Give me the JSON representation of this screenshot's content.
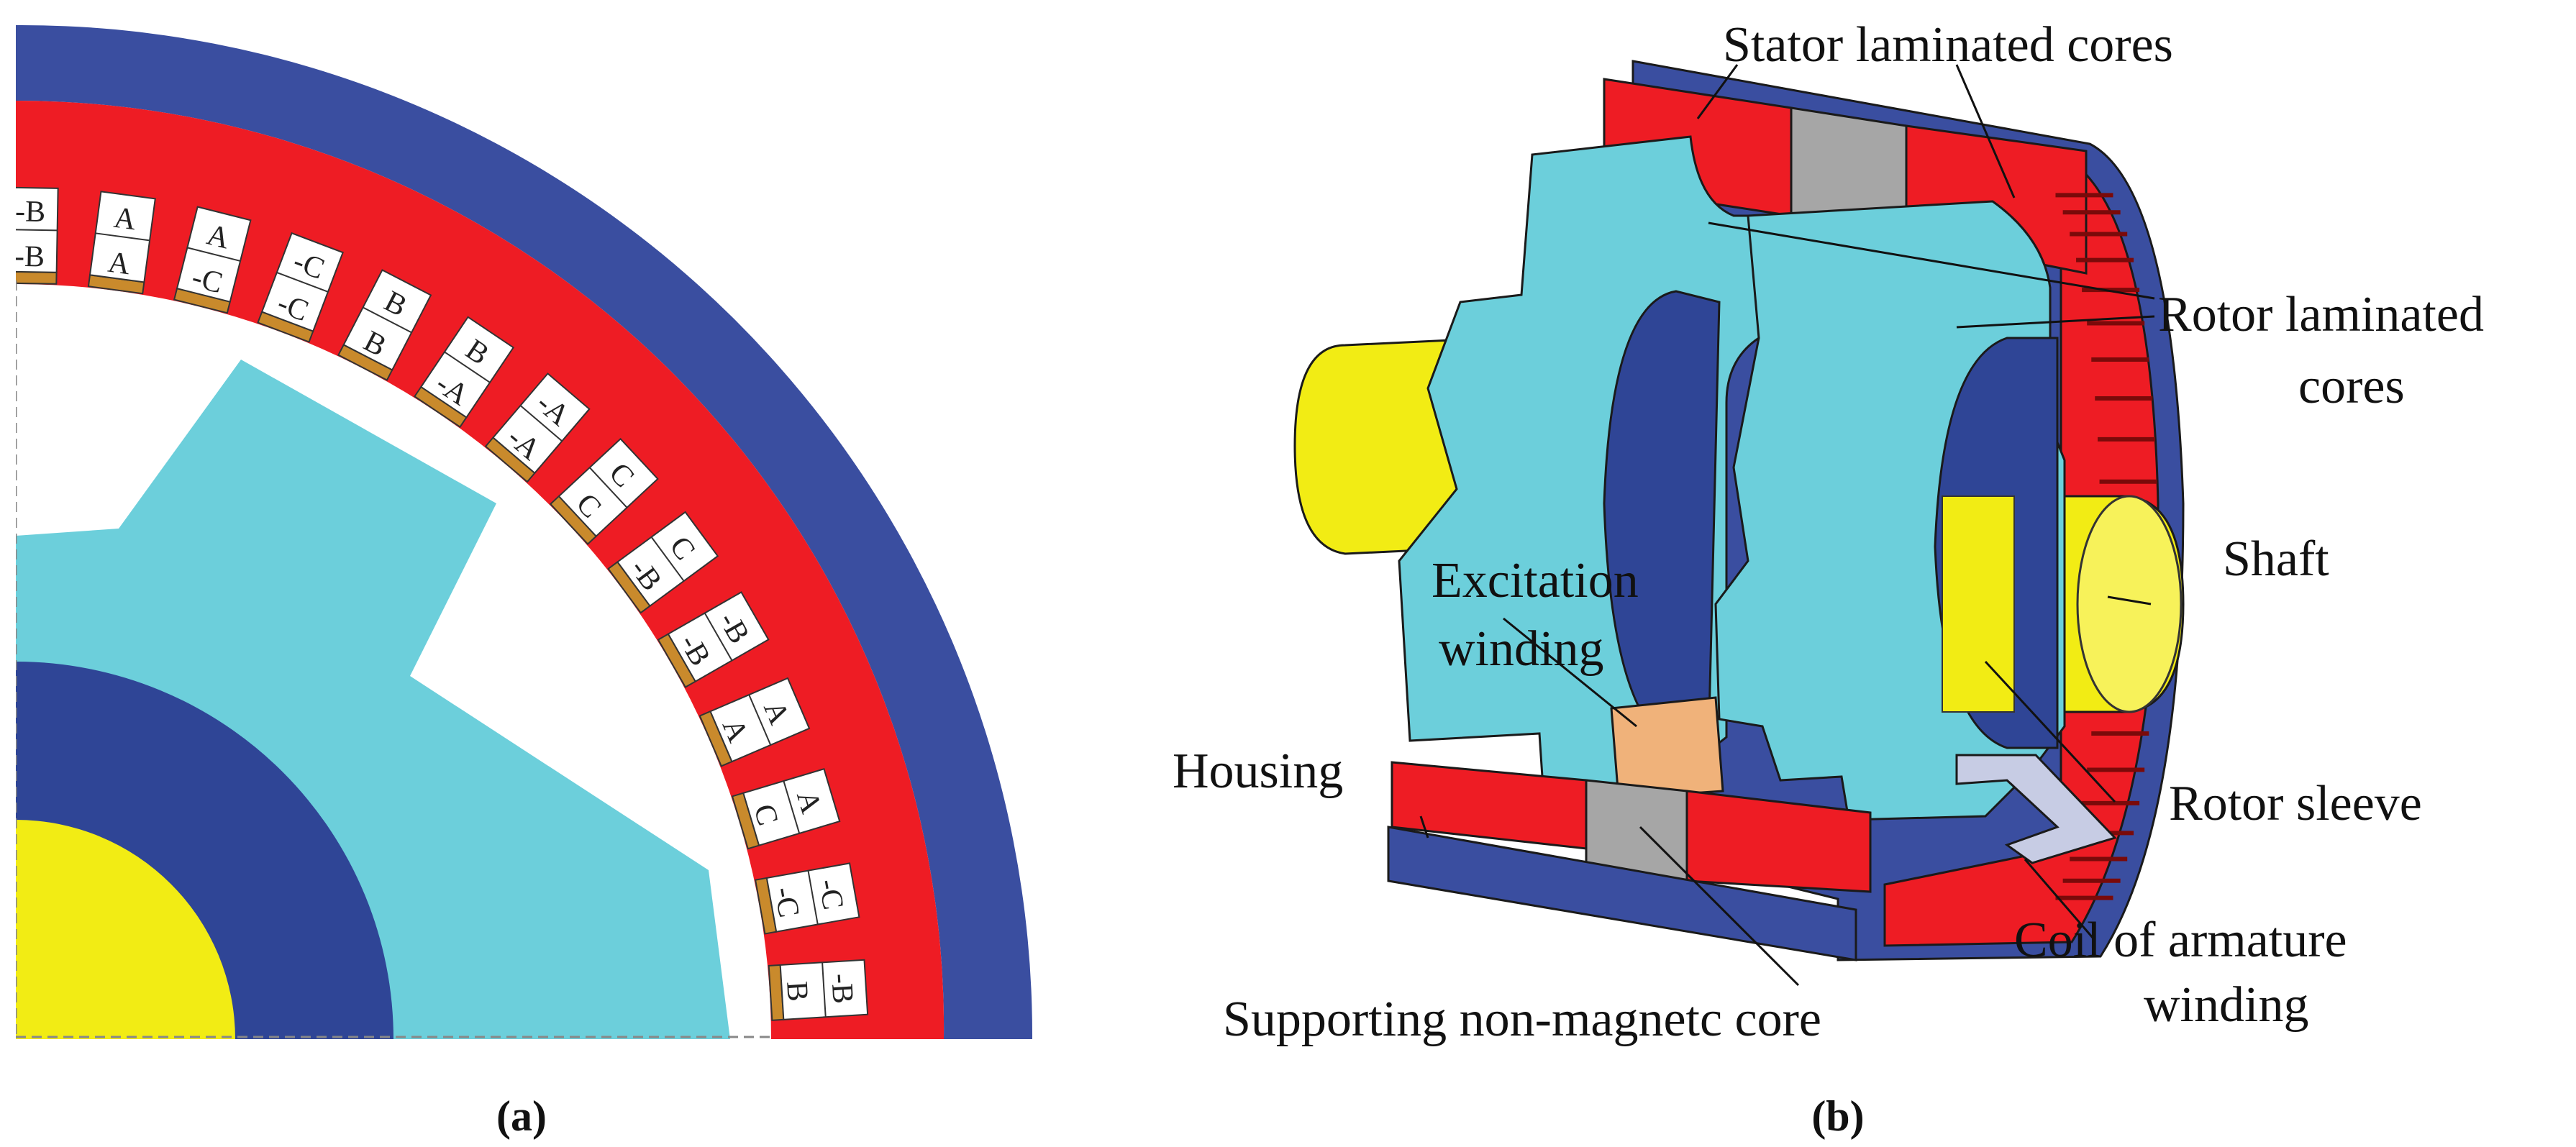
{
  "colors": {
    "housing": "#3a4ea0",
    "stator": "#ee1c24",
    "rotor": "#6ccfdb",
    "rotor_sleeve": "#2f4596",
    "shaft": "#f2ec14",
    "coil_slot": "#ffffff",
    "slot_wedge": "#c98a2c",
    "excitation": "#f0b27a",
    "support_core": "#a6a6a6",
    "armature_coil": "#c7cce4"
  },
  "panel_a": {
    "caption": "(a)",
    "slots": [
      {
        "outer": "-B",
        "inner": "-B"
      },
      {
        "outer": "A",
        "inner": "A"
      },
      {
        "outer": "A",
        "inner": "-C"
      },
      {
        "outer": "-C",
        "inner": "-C"
      },
      {
        "outer": "B",
        "inner": "B"
      },
      {
        "outer": "B",
        "inner": "-A"
      },
      {
        "outer": "-A",
        "inner": "-A"
      },
      {
        "outer": "C",
        "inner": "C"
      },
      {
        "outer": "C",
        "inner": "-B"
      },
      {
        "outer": "-B",
        "inner": "-B"
      },
      {
        "outer": "A",
        "inner": "A"
      },
      {
        "outer": "A",
        "inner": "C"
      },
      {
        "outer": "-C",
        "inner": "-C"
      },
      {
        "outer": "-B",
        "inner": "B"
      }
    ]
  },
  "panel_b": {
    "caption": "(b)",
    "labels": {
      "stator_cores": "Stator laminated cores",
      "rotor_cores_1": "Rotor laminated",
      "rotor_cores_2": "cores",
      "shaft": "Shaft",
      "excitation_1": "Excitation",
      "excitation_2": "winding",
      "housing": "Housing",
      "rotor_sleeve": "Rotor sleeve",
      "coil_1": "Coil of armature",
      "coil_2": "winding",
      "support": "Supporting non-magnetc core"
    }
  }
}
